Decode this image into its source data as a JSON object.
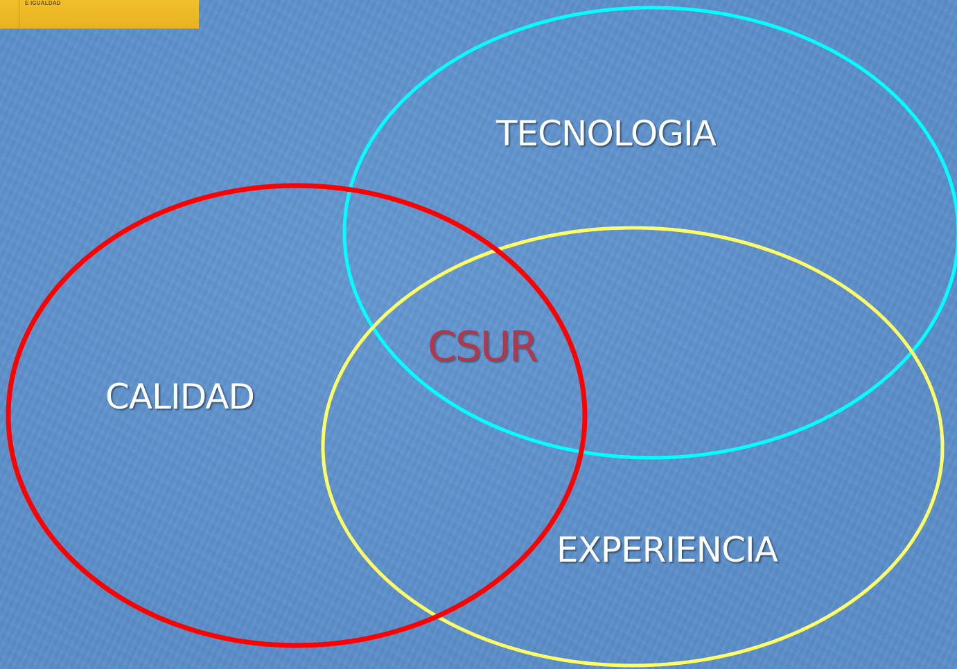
{
  "logo": {
    "text": "E IGUALDAD",
    "color": "#ecb826"
  },
  "diagram": {
    "center_label": "CSUR",
    "sets": [
      {
        "label": "TECNOLOGIA",
        "color": "#00ffff"
      },
      {
        "label": "CALIDAD",
        "color": "#ff0000"
      },
      {
        "label": "EXPERIENCIA",
        "color": "#ffff66"
      }
    ]
  },
  "colors": {
    "background": "#5b8ec9",
    "label_text": "#ffffff",
    "center_text": "#b0384a"
  }
}
